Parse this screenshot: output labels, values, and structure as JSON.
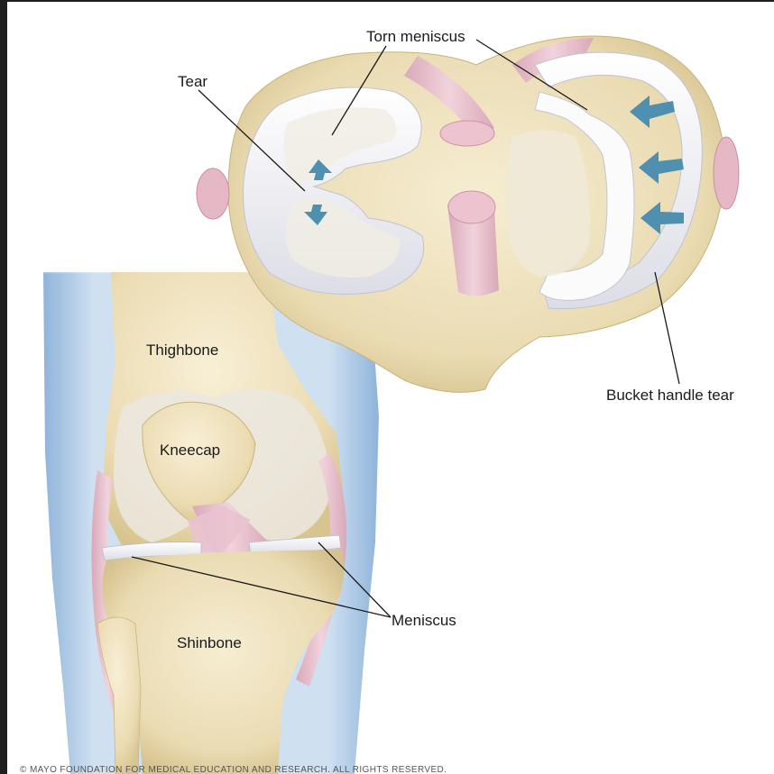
{
  "labels": {
    "torn_meniscus": "Torn meniscus",
    "tear": "Tear",
    "bucket_handle_tear": "Bucket handle tear",
    "thighbone": "Thighbone",
    "kneecap": "Kneecap",
    "meniscus": "Meniscus",
    "shinbone": "Shinbone"
  },
  "copyright": "© MAYO FOUNDATION FOR MEDICAL EDUCATION AND RESEARCH. ALL RIGHTS RESERVED.",
  "colors": {
    "bone": "#efe3c1",
    "bone_shadow": "#d9c796",
    "meniscus": "#f4f4f6",
    "ligament": "#e2b7c4",
    "leg_blue": "#9fc0e0",
    "arrow": "#4f8fb0"
  }
}
